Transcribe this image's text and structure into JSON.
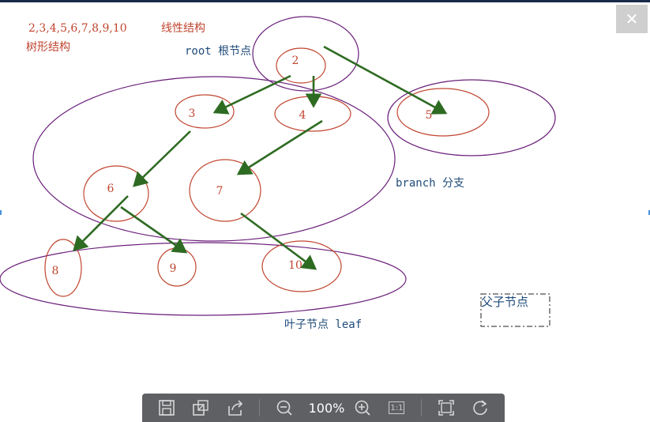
{
  "header": {
    "close_symbol": "✕"
  },
  "notes": {
    "sequence": "2,3,4,5,6,7,8,9,10",
    "linear_structure": "线性结构",
    "tree_structure": "树形结构",
    "root_label": "root 根节点",
    "branch_label": "branch 分支",
    "leaf_label": "叶子节点 leaf",
    "parent_label": "父子节点"
  },
  "nodes": [
    {
      "id": "2",
      "label": "2"
    },
    {
      "id": "3",
      "label": "3"
    },
    {
      "id": "4",
      "label": "4"
    },
    {
      "id": "5",
      "label": "5"
    },
    {
      "id": "6",
      "label": "6"
    },
    {
      "id": "7",
      "label": "7"
    },
    {
      "id": "8",
      "label": "8"
    },
    {
      "id": "9",
      "label": "9"
    },
    {
      "id": "10",
      "label": "10"
    }
  ],
  "edges": [
    {
      "from": "2",
      "to": "3"
    },
    {
      "from": "2",
      "to": "4"
    },
    {
      "from": "2",
      "to": "5"
    },
    {
      "from": "3",
      "to": "6"
    },
    {
      "from": "4",
      "to": "7"
    },
    {
      "from": "6",
      "to": "8"
    },
    {
      "from": "6",
      "to": "9"
    },
    {
      "from": "7",
      "to": "10"
    }
  ],
  "toolbar": {
    "zoom_level": "100%",
    "actual_size_label": "1:1",
    "icons": [
      "save-icon",
      "export-icon",
      "share-icon",
      "zoom-out-icon",
      "zoom-in-icon",
      "actual-size-icon",
      "fit-window-icon",
      "rotate-icon"
    ]
  },
  "colors": {
    "node_stroke": "#c0452f",
    "group_stroke": "#6a1f7a",
    "arrow": "#2e6b22",
    "note_blue": "#1f4b7a",
    "toolbar_bg": "#5f6064"
  }
}
